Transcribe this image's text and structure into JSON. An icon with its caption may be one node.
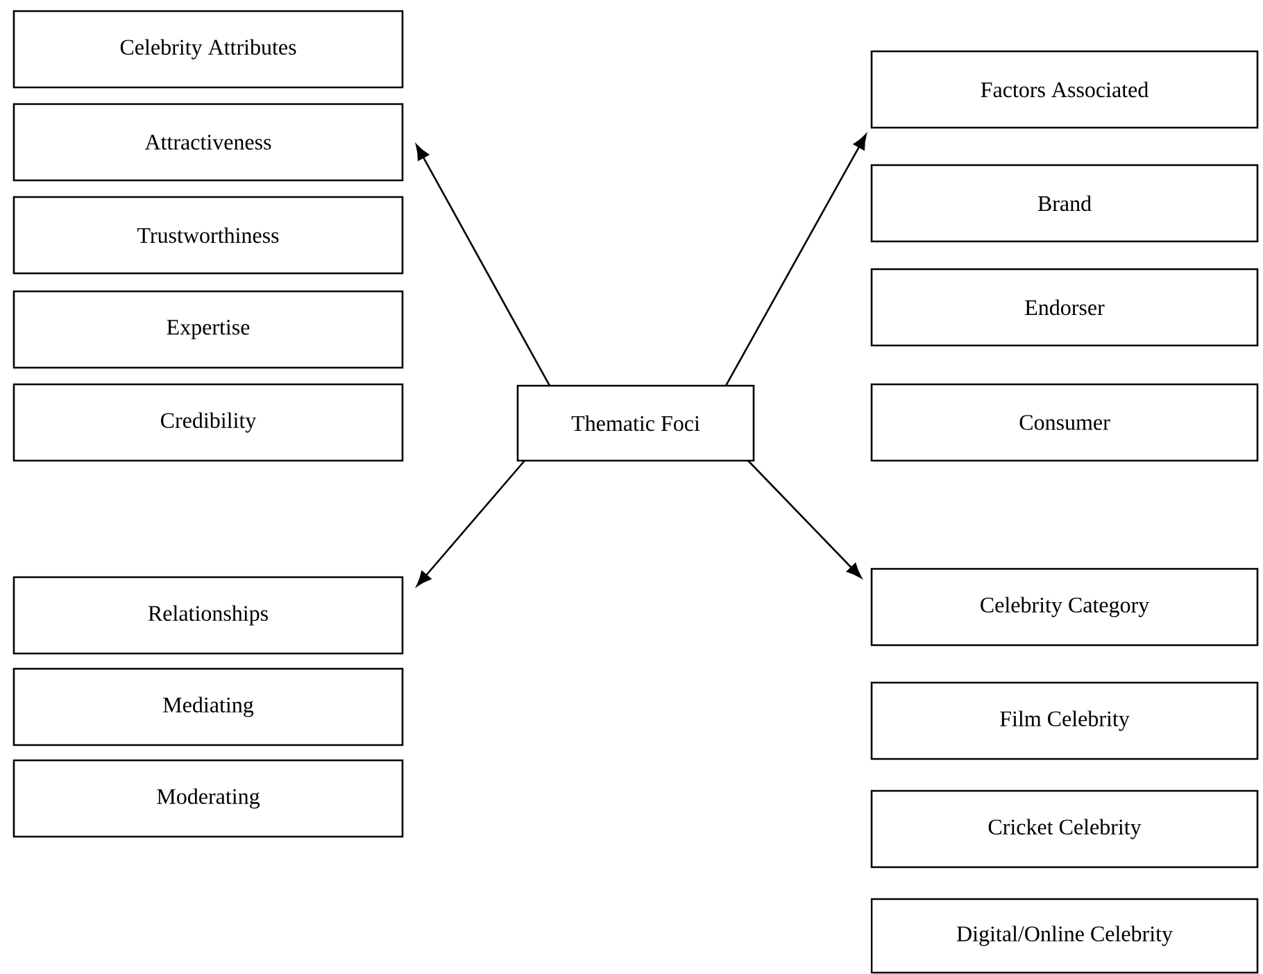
{
  "diagram": {
    "nodes": [
      {
        "text": [
          "Celebrity Attributes"
        ]
      },
      {
        "text": [
          "Attractiveness"
        ]
      },
      {
        "text": [
          "Trustworthiness"
        ]
      },
      {
        "text": [
          "Expertise"
        ]
      },
      {
        "text": [
          "Credibility"
        ]
      },
      {
        "text": [
          "Relationships"
        ]
      },
      {
        "text": [
          "Mediating"
        ]
      },
      {
        "text": [
          "Moderating"
        ]
      },
      {
        "text": [
          "Factors Associated"
        ]
      },
      {
        "text": [
          "Brand"
        ]
      },
      {
        "text": [
          "Endorser"
        ]
      },
      {
        "text": [
          "Consumer"
        ]
      },
      {
        "text": [
          "Thematic Foci"
        ]
      },
      {
        "text": [
          "Celebrity Category"
        ]
      },
      {
        "text": [
          "Film Celebrity"
        ]
      },
      {
        "text": [
          "Cricket Celebrity"
        ]
      },
      {
        "text": [
          "Digital/Online Celebrity"
        ]
      }
    ],
    "edges": [
      {
        "from": 12,
        "to": 1,
        "arrow": "to"
      },
      {
        "from": 12,
        "to": 8,
        "arrow": "to"
      },
      {
        "from": 12,
        "to": 5,
        "arrow": "to"
      },
      {
        "from": 12,
        "to": 13,
        "arrow": "to"
      }
    ]
  }
}
